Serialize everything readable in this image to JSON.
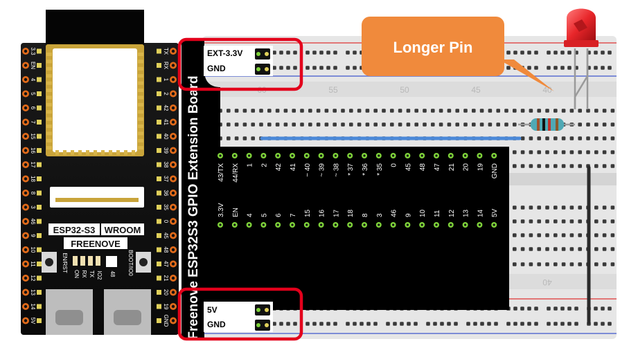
{
  "esp32": {
    "left_pins": [
      "3.3",
      "EN",
      "4",
      "5",
      "6",
      "7",
      "15",
      "16",
      "17",
      "18",
      "8",
      "3",
      "46",
      "9",
      "10",
      "11",
      "12",
      "13",
      "14",
      "5V"
    ],
    "right_pins": [
      "TX",
      "RX",
      "1",
      "2",
      "42",
      "41",
      "40",
      "39",
      "38",
      "37",
      "36",
      "35",
      "0",
      "45",
      "48",
      "47",
      "21",
      "20",
      "19",
      "GND"
    ],
    "module_label": "ESP32-S3",
    "wroom_label": "WROOM",
    "brand": "FREENOVE",
    "btn_left_label": "EN/RST",
    "btn_right_label": "BOOT/IO0",
    "led_labels": [
      "ON",
      "RX",
      "TX",
      "IO2"
    ],
    "rgb_label": "48"
  },
  "extension": {
    "title": "Freenove ESP32S3 GPIO Extension Board",
    "top_row": [
      "43/TX",
      "44/RX",
      "1",
      "2",
      "42",
      "41",
      "40",
      "39",
      "38",
      "37",
      "36",
      "35",
      "0",
      "45",
      "48",
      "47",
      "21",
      "20",
      "19",
      "GND"
    ],
    "top_marks": [
      "",
      "",
      "",
      "",
      "",
      "",
      "~",
      "~",
      "~",
      "*",
      "*",
      "*",
      "",
      "",
      "",
      "",
      "",
      "",
      "",
      ""
    ],
    "bottom_row": [
      "3.3V",
      "EN",
      "4",
      "5",
      "6",
      "7",
      "15",
      "16",
      "17",
      "18",
      "8",
      "3",
      "46",
      "9",
      "10",
      "11",
      "12",
      "13",
      "14",
      "5V"
    ],
    "power_top": [
      "EXT-3.3V",
      "GND"
    ],
    "power_bottom": [
      "5V",
      "GND"
    ]
  },
  "breadboard": {
    "column_numbers": [
      "60",
      "55",
      "50",
      "45",
      "40"
    ]
  },
  "callout": {
    "text": "Longer Pin"
  },
  "colors": {
    "highlight": "#e3001b",
    "callout": "#f08a3c",
    "wire_blue": "#4a88d8",
    "wire_black": "#2b2b2b",
    "led_red": "#e8262a",
    "pin_green": "#7fd33a",
    "rail_red": "#e05050",
    "rail_blue": "#5a6fd0"
  }
}
